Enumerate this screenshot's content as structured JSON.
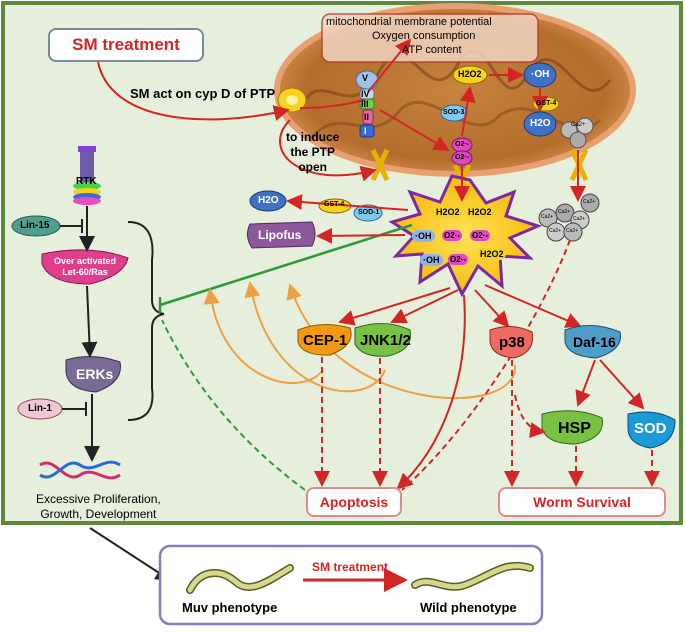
{
  "diagram": {
    "treatment_label": "SM treatment",
    "cyp_label": "SM act on cyp D of  PTP",
    "induce_label": "to induce\nthe PTP\nopen",
    "mito": {
      "line1": "mitochondrial membrane potential",
      "line2": "Oxygen consumption",
      "line3": "ATP content",
      "complexes": [
        "V",
        "IV",
        "III",
        "II",
        "I"
      ],
      "h2o2": "H2O2",
      "oh": "·OH",
      "h2o": "H2O",
      "gst4": "GST-4",
      "sod3": "SOD-3",
      "o2_a": "O2·-",
      "o2_b": "O2·-",
      "ca": "Ca2+"
    },
    "ros_burst": {
      "items": [
        "H2O2",
        "H2O2",
        "·OH",
        "O2·-",
        "O2·-",
        "·OH",
        "O2·-",
        "H2O2"
      ]
    },
    "outside": {
      "h2o": "H2O",
      "gst4": "GST-4",
      "sod1": "SOD-1",
      "lipofus": "Lipofus",
      "ca_cluster": [
        "Ca2+",
        "Ca2+",
        "Ca2+",
        "Ca2+",
        "Ca2+",
        "Ca2+"
      ]
    },
    "pathway": {
      "rtk": "RTK",
      "lin15": "Lin-15",
      "ras": "Over activated\nLet-60/Ras",
      "erks": "ERKs",
      "lin1": "Lin-1",
      "outcome": "Excessive Proliferation,\nGrowth, Development"
    },
    "nodes": {
      "cep1": "CEP-1",
      "jnk": "JNK1/2",
      "p38": "p38",
      "daf16": "Daf-16",
      "hsp": "HSP",
      "sod": "SOD"
    },
    "results": {
      "apoptosis": "Apoptosis",
      "survival": "Worm Survival"
    },
    "phenotype": {
      "muv": "Muv phenotype",
      "treatment": "SM treatment",
      "wild": "Wild phenotype"
    }
  }
}
